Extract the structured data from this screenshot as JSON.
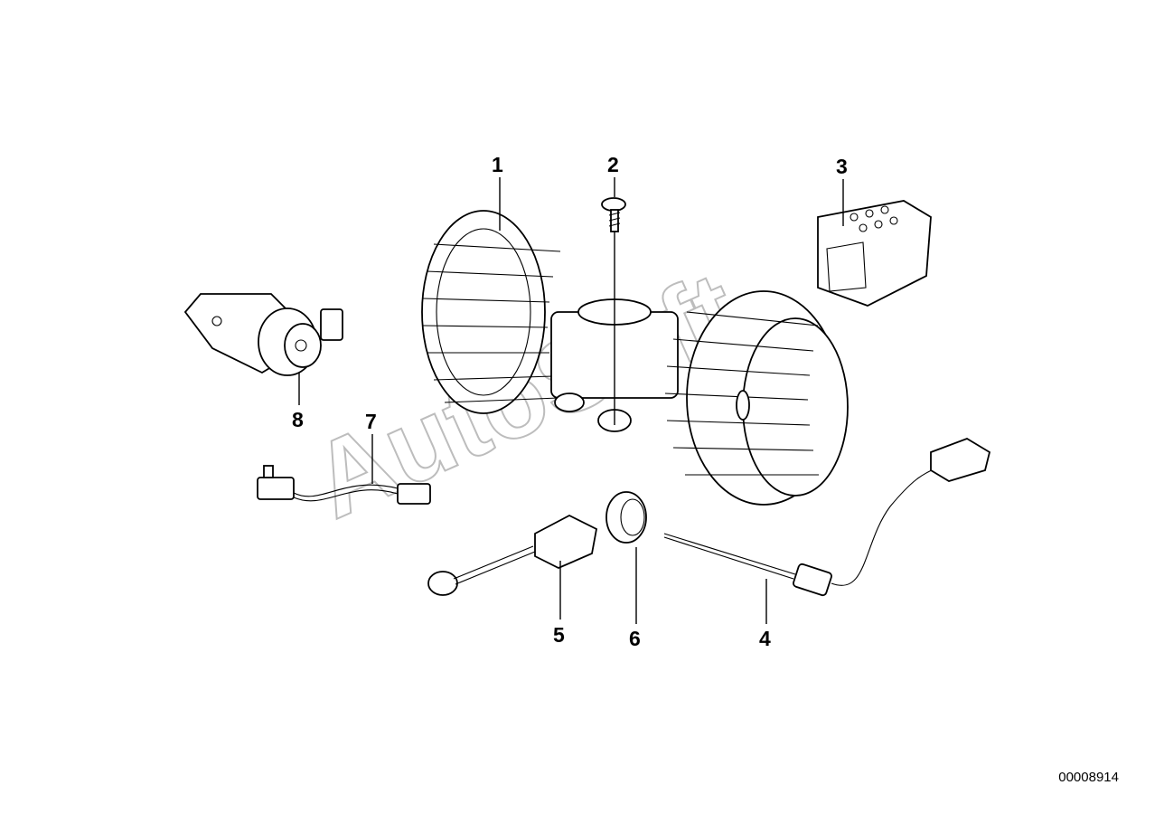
{
  "watermark": "AutoSoft",
  "document_number": "00008914",
  "callouts": [
    "1",
    "2",
    "3",
    "4",
    "5",
    "6",
    "7",
    "8"
  ]
}
